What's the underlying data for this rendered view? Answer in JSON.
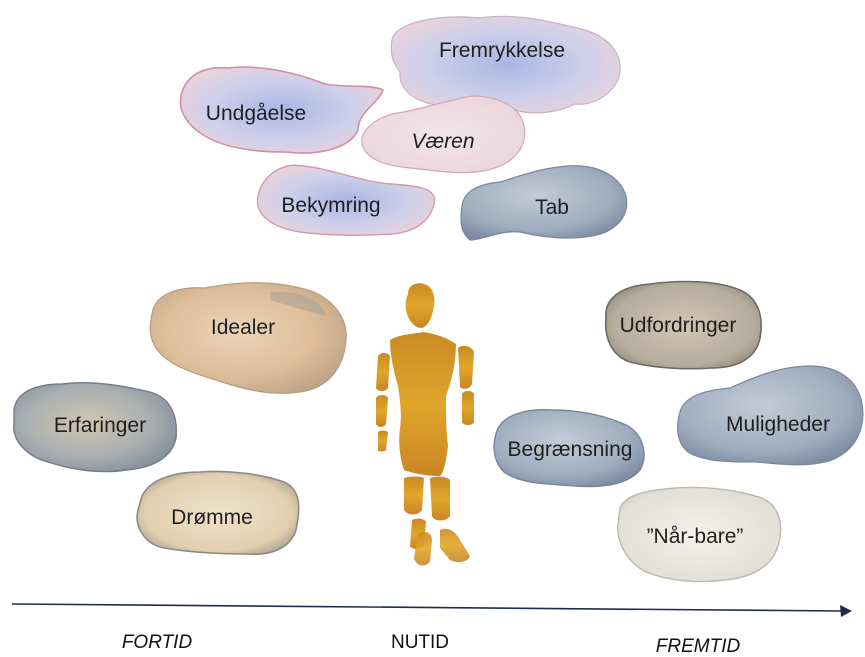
{
  "worries": {
    "fremrykkelse": "Fremrykkelse",
    "undgaaelse": "Undgåelse",
    "vaeren": "Væren",
    "bekymring": "Bekymring",
    "tab": "Tab"
  },
  "past": {
    "idealer": "Idealer",
    "erfaringer": "Erfaringer",
    "droemme": "Drømme"
  },
  "future": {
    "udfordringer": "Udfordringer",
    "muligheder": "Muligheder",
    "begraensning": "Begrænsning",
    "naar_bare": "”Når-bare”"
  },
  "timeline": {
    "fortid": "FORTID",
    "nutid": "NUTID",
    "fremtid": "FREMTID"
  },
  "colors": {
    "pink_blue_wash": "#c9cfe8",
    "pink_edge": "#d99aa8",
    "grey_blue": "#8e9db2",
    "ochre": "#d9b894",
    "olive_grey": "#b9ad95",
    "figure": "#d4951f",
    "axis": "#1f2d4d"
  }
}
